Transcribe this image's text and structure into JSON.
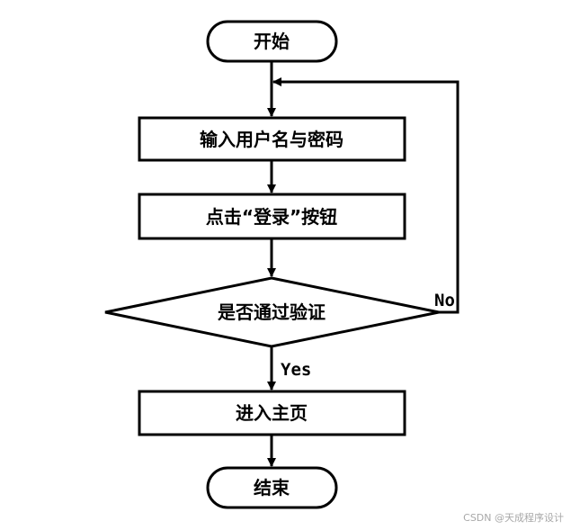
{
  "nodes": {
    "start": "开始",
    "input": "输入用户名与密码",
    "click_login": "点击“登录”按钮",
    "decision": "是否通过验证",
    "enter_home": "进入主页",
    "end": "结束"
  },
  "edges": {
    "no": "No",
    "yes": "Yes"
  },
  "watermark": "CSDN @天成程序设计",
  "colors": {
    "stroke": "#000000",
    "fill": "#ffffff",
    "watermark": "#a8a8a8"
  }
}
